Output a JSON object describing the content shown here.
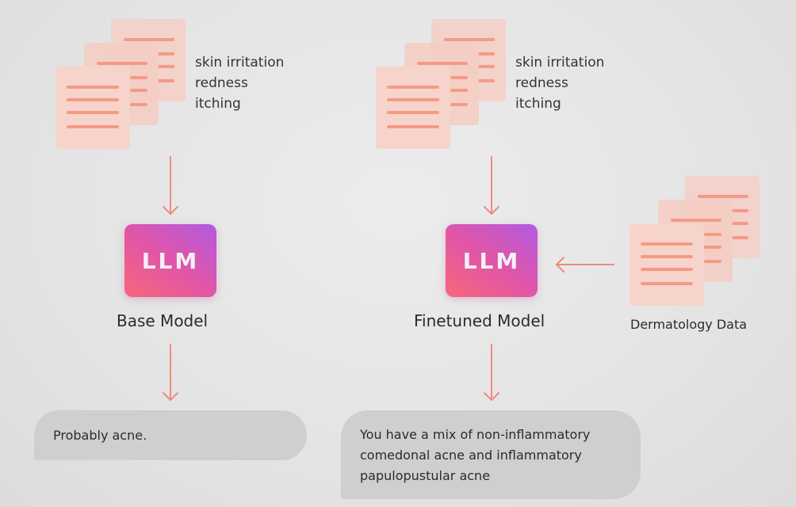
{
  "colors": {
    "doc_fill": "#f5cdc3",
    "doc_line": "#f59a85",
    "arrow": "#ef8a7e",
    "llm_gradient": [
      "#f7677a",
      "#e155a8",
      "#b15be2"
    ],
    "bubble": "#cfcfcf"
  },
  "base": {
    "symptoms": [
      "skin irritation",
      "redness",
      "itching"
    ],
    "llm_label": "LLM",
    "model_label": "Base Model",
    "response": "Probably acne."
  },
  "finetuned": {
    "symptoms": [
      "skin irritation",
      "redness",
      "itching"
    ],
    "llm_label": "LLM",
    "model_label": "Finetuned Model",
    "response": "You have a mix of non-inflammatory\ncomedonal acne and inflammatory\npapulopustular acne"
  },
  "training": {
    "label": "Dermatology Data"
  }
}
